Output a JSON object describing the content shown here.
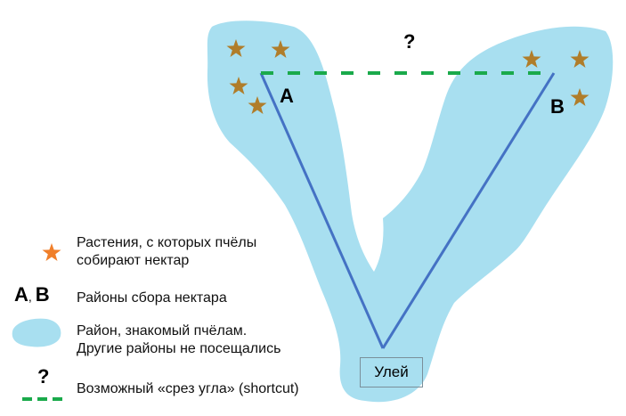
{
  "diagram": {
    "region_a_label": "A",
    "region_b_label": "B",
    "shortcut_question": "?",
    "hive_label": "Улей",
    "colors": {
      "known_area": "#a8dff0",
      "route_line": "#4472c4",
      "shortcut_dash": "#1aaa4b",
      "star_map": "#b07d2a",
      "star_legend": "#f07f2a"
    },
    "stars_region_a": 4,
    "stars_region_b": 3
  },
  "legend": {
    "items": [
      {
        "symbol": "star-icon",
        "text_line1": "Растения, с которых пчёлы",
        "text_line2": "собирают нектар"
      },
      {
        "symbol_a": "A",
        "symbol_sep": ",",
        "symbol_b": "B",
        "text_line1": "Районы сбора нектара"
      },
      {
        "symbol": "blob-icon",
        "text_line1": "Район, знакомый пчёлам.",
        "text_line2": "Другие районы не посещались"
      },
      {
        "symbol": "?",
        "text_line1": "Возможный «срез угла» (shortcut)"
      }
    ]
  }
}
